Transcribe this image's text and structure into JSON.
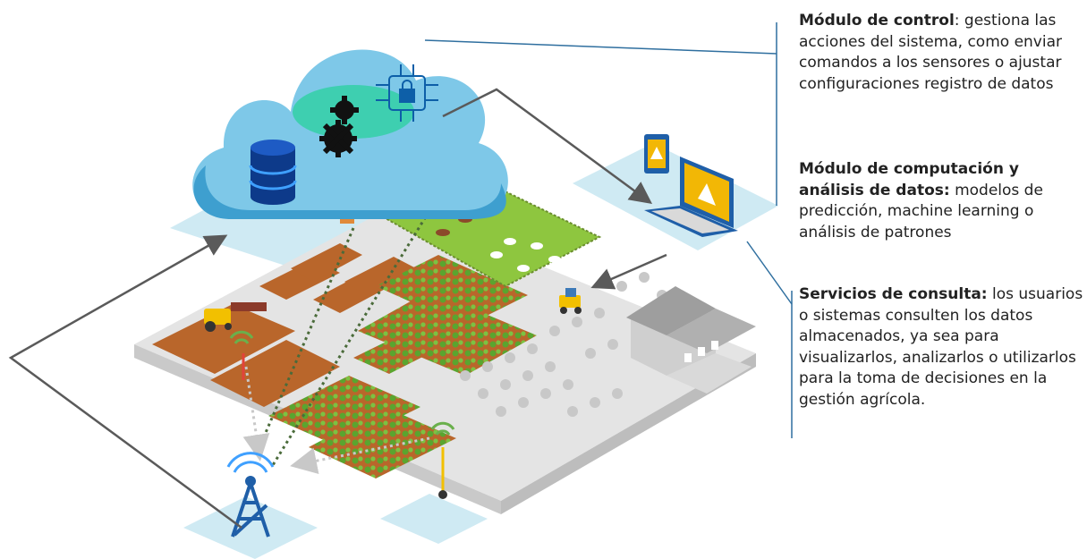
{
  "modules": {
    "control": {
      "title": "Módulo de control",
      "text": ": gestiona las acciones del sistema, como enviar comandos a los sensores o ajustar configuraciones registro de datos"
    },
    "compute": {
      "title": "Módulo de computación y análisis de datos:",
      "text": " modelos de predicción, machine learning o análisis de patrones"
    },
    "services": {
      "title": "Servicios de consulta:",
      "text": " los usuarios o sistemas consulten los datos almacenados, ya sea para visualizarlos, analizarlos o utilizarlos para la toma de decisiones en la gestión agrícola."
    }
  },
  "colors": {
    "cloud": "#7ec8e8",
    "cloud_dark": "#3e9fcf",
    "platform": "#cfeaf3",
    "ground": "#dcdcdc",
    "soil": "#b9662b",
    "crop": "#5aa52f",
    "pasture": "#8ec63f",
    "connector": "#5a5a5a",
    "callout_line": "#2f6f9f",
    "database": "#0d3a8a",
    "tower": "#1f5fa8",
    "alert": "#f2b705"
  },
  "icons": [
    "database-icon",
    "gears-icon",
    "security-chip-icon",
    "wifi-icon",
    "tablet-alert-icon",
    "laptop-alert-icon",
    "tractor-icon",
    "barn-icon",
    "antenna-tower-icon"
  ]
}
